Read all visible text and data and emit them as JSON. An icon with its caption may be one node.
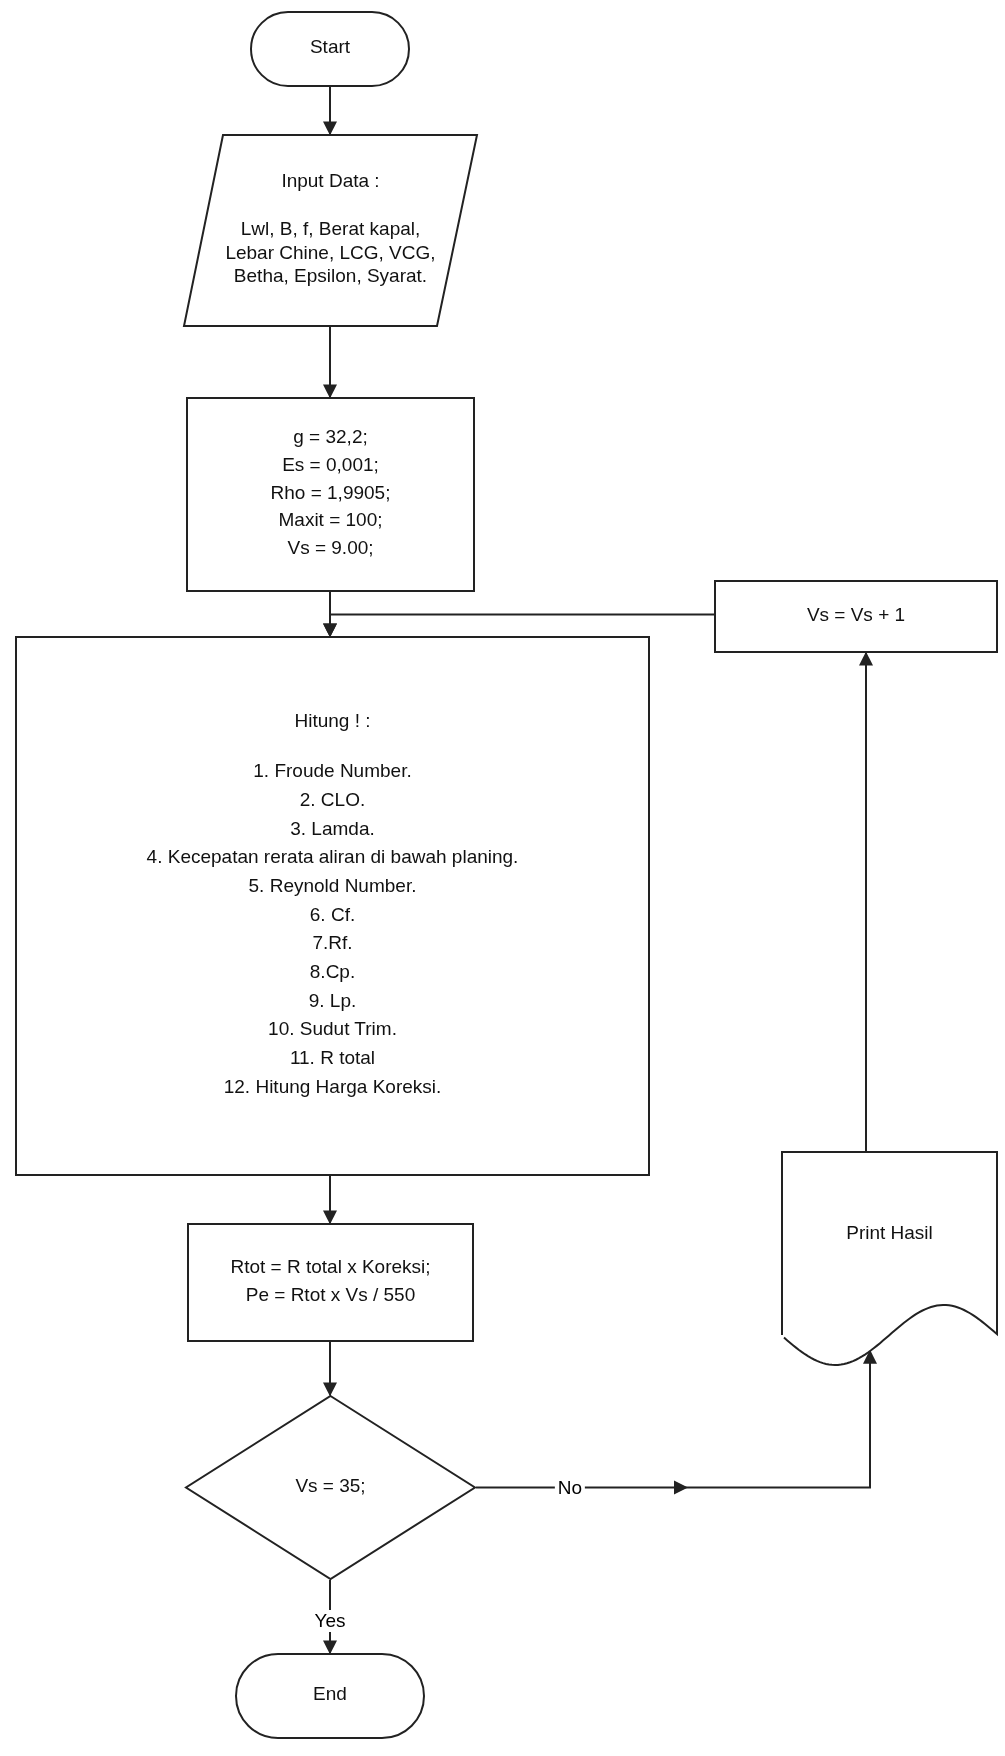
{
  "diagram": {
    "nodes": [
      {
        "text": [
          "Start"
        ]
      },
      {
        "text": [
          "Input Data :",
          "Lwl, B, f, Berat kapal, Lebar Chine, LCG, VCG, Betha, Epsilon, Syarat."
        ]
      },
      {
        "text": [
          "g = 32,2;",
          "Es = 0,001;",
          "Rho = 1,9905;",
          "Maxit = 100;",
          "Vs = 9.00;"
        ]
      },
      {
        "text": [
          "Vs = Vs + 1"
        ]
      },
      {
        "text": [
          "Hitung ! :",
          "1. Froude Number.",
          "2. CLO.",
          "3. Lamda.",
          "4. Kecepatan rerata aliran di bawah planing.",
          "5. Reynold Number.",
          "6. Cf.",
          "7.Rf.",
          "8.Cp.",
          "9. Lp.",
          "10. Sudut Trim.",
          "11. R total",
          "12. Hitung Harga Koreksi."
        ]
      },
      {
        "text": [
          "Rtot = R total x Koreksi;",
          "Pe = Rtot x Vs / 550"
        ]
      },
      {
        "text": [
          "Vs = 35;"
        ]
      },
      {
        "text": [
          "Print Hasil"
        ]
      },
      {
        "text": [
          "End"
        ]
      }
    ],
    "edges": [
      {
        "from": 0,
        "to": 1,
        "arrow": "to"
      },
      {
        "from": 1,
        "to": 2,
        "arrow": "to"
      },
      {
        "from": 2,
        "to": 4,
        "arrow": "to"
      },
      {
        "from": 3,
        "to": 4,
        "arrow": "to"
      },
      {
        "from": 4,
        "to": 5,
        "arrow": "to"
      },
      {
        "from": 5,
        "to": 6,
        "arrow": "to"
      },
      {
        "from": 6,
        "to": 7,
        "label": "No",
        "arrow": "to"
      },
      {
        "from": 7,
        "to": 3,
        "arrow": "to"
      },
      {
        "from": 6,
        "to": 8,
        "label": "Yes",
        "arrow": "to"
      }
    ]
  }
}
